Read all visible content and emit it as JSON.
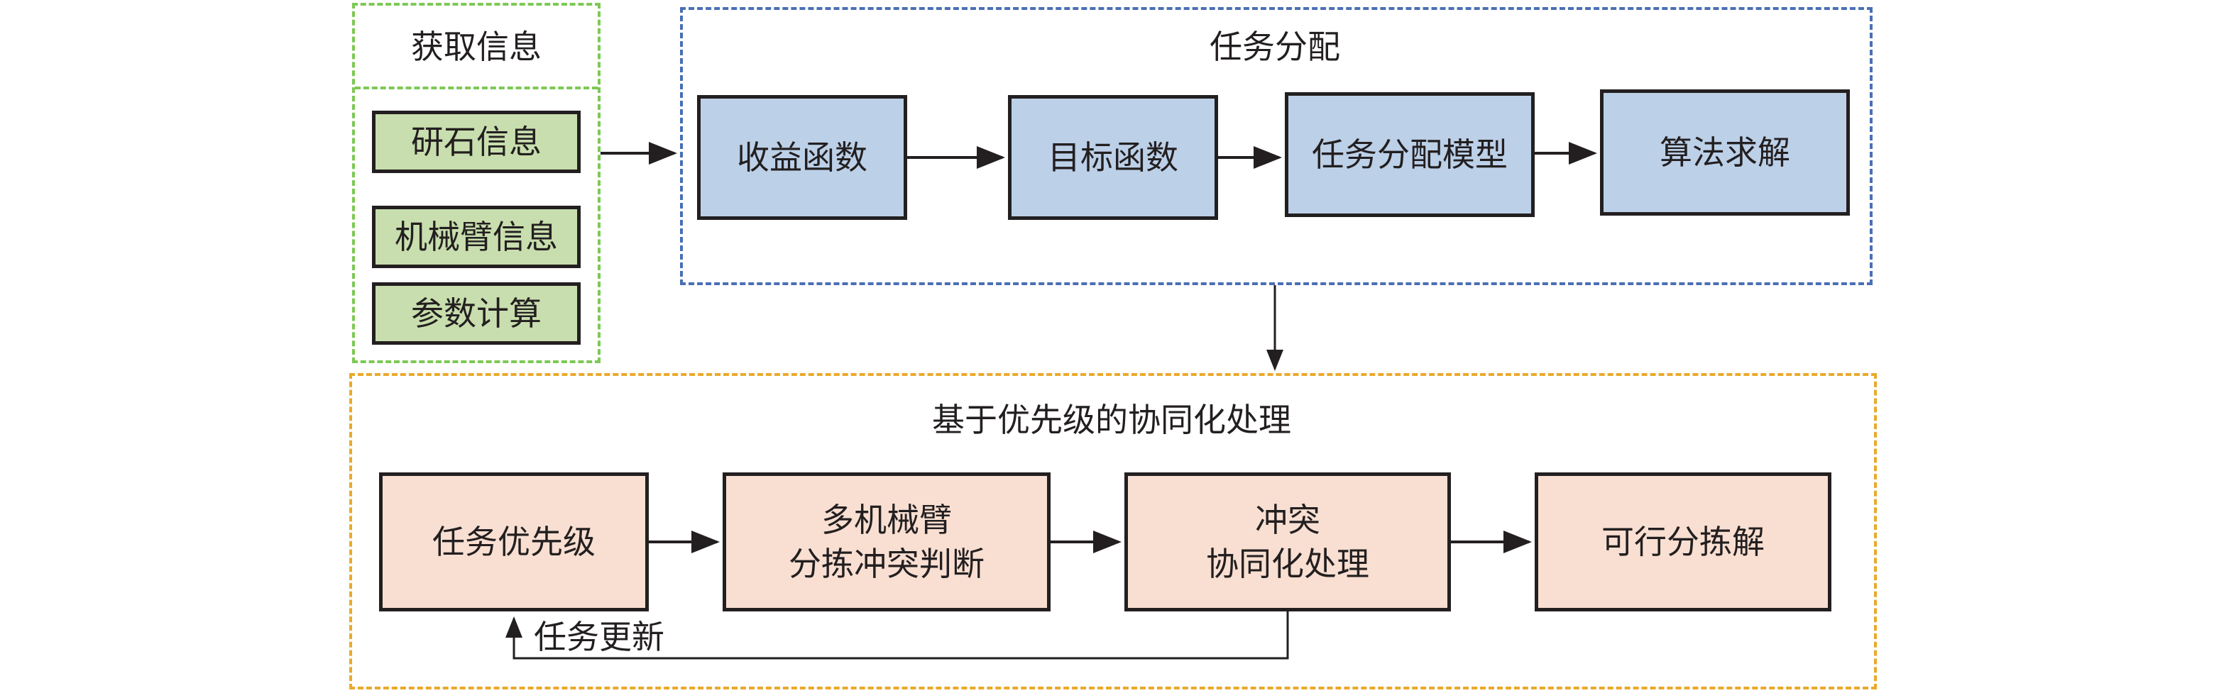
{
  "colors": {
    "info_group_border": "#7dc855",
    "allocation_group_border": "#4a6fb5",
    "coordination_group_border": "#eaa92b",
    "info_box_fill": "#c8deae",
    "allocation_box_fill": "#bcd0e8",
    "coordination_box_fill": "#f8dfd2",
    "line": "#231f20"
  },
  "info_group": {
    "title": "获取信息",
    "items": [
      "研石信息",
      "机械臂信息",
      "参数计算"
    ]
  },
  "allocation_group": {
    "title": "任务分配",
    "steps": [
      "收益函数",
      "目标函数",
      "任务分配模型",
      "算法求解"
    ]
  },
  "coordination_group": {
    "title": "基于优先级的协同化处理",
    "steps": [
      {
        "lines": [
          "任务优先级"
        ]
      },
      {
        "lines": [
          "多机械臂",
          "分拣冲突判断"
        ]
      },
      {
        "lines": [
          "冲突",
          "协同化处理"
        ]
      },
      {
        "lines": [
          "可行分拣解"
        ]
      }
    ],
    "feedback_label": "任务更新"
  }
}
